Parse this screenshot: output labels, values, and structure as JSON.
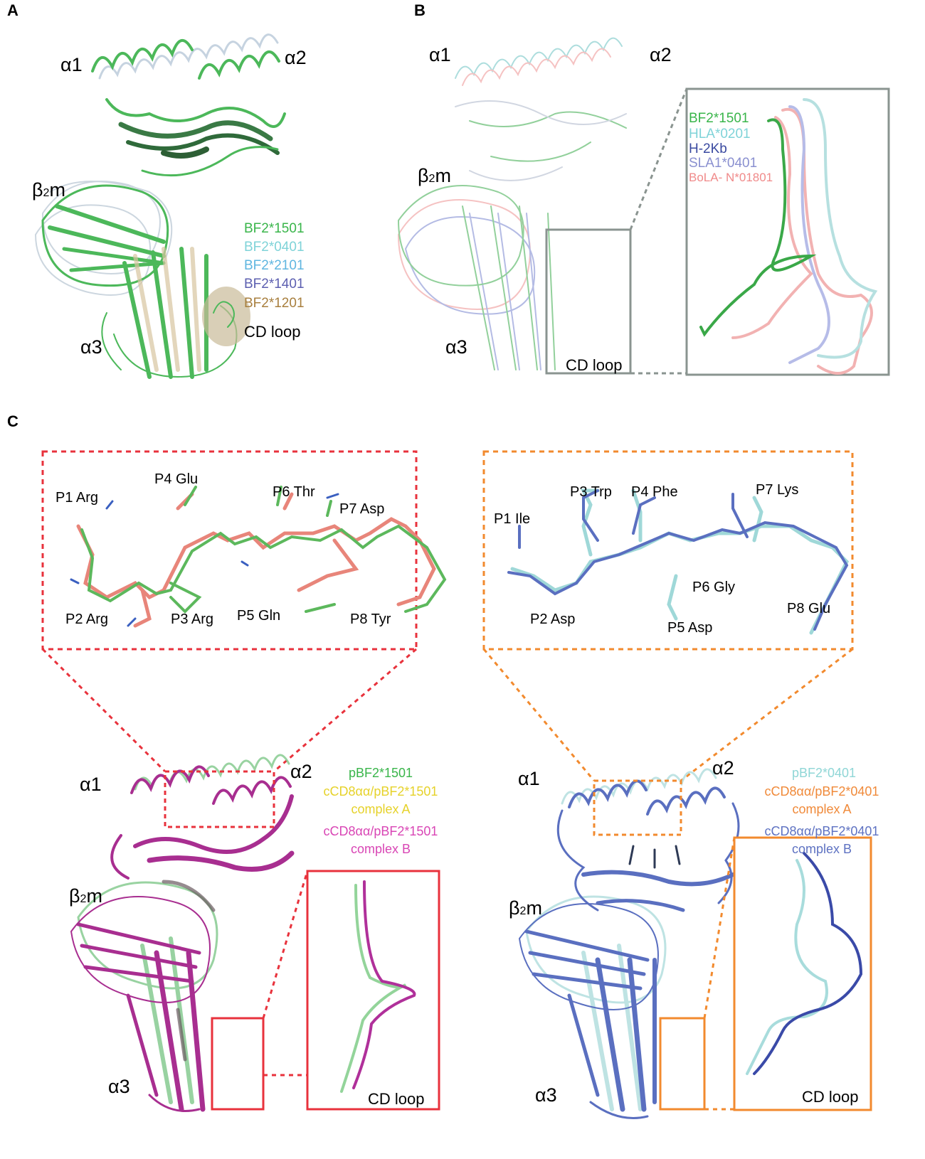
{
  "panels": {
    "A": {
      "letter": "A",
      "domains": [
        "α1",
        "α2",
        "β2m",
        "α3"
      ],
      "legend": [
        {
          "text": "BF2*1501",
          "color": "#39b54a"
        },
        {
          "text": "BF2*0401",
          "color": "#7fd3d8"
        },
        {
          "text": "BF2*2101",
          "color": "#5fb6e0"
        },
        {
          "text": "BF2*1401",
          "color": "#5c5fb0"
        },
        {
          "text": "BF2*1201",
          "color": "#a87f3e"
        }
      ],
      "cd_loop": "CD loop"
    },
    "B": {
      "letter": "B",
      "domains": [
        "α1",
        "α2",
        "β2m",
        "α3"
      ],
      "legend": [
        {
          "text": "BF2*1501",
          "color": "#39b54a"
        },
        {
          "text": "HLA*0201",
          "color": "#7fd3d8"
        },
        {
          "text": "H-2Kb",
          "color": "#3a4aa0"
        },
        {
          "text": "SLA1*0401",
          "color": "#8a90d0"
        },
        {
          "text": "BoLA- N*01801",
          "color": "#f08a8a"
        }
      ],
      "cd_loop": "CD loop"
    },
    "C": {
      "letter": "C",
      "left_peptide": [
        "P1 Arg",
        "P2 Arg",
        "P3 Arg",
        "P4 Glu",
        "P5 Gln",
        "P6 Thr",
        "P7 Asp",
        "P8 Tyr"
      ],
      "right_peptide": [
        "P1 Ile",
        "P2 Asp",
        "P3 Trp",
        "P4 Phe",
        "P5 Asp",
        "P6 Gly",
        "P7 Lys",
        "P8 Glu"
      ],
      "left_domains": [
        "α1",
        "α2",
        "β2m",
        "α3"
      ],
      "right_domains": [
        "α1",
        "α2",
        "β2m",
        "α3"
      ],
      "left_legend": [
        {
          "text": "pBF2*1501",
          "color": "#39b54a"
        },
        {
          "text": "cCD8αα/pBF2*1501\ncomplex A",
          "color": "#e6d22a"
        },
        {
          "text": "cCD8αα/pBF2*1501\ncomplex B",
          "color": "#d946b5"
        }
      ],
      "right_legend": [
        {
          "text": "pBF2*0401",
          "color": "#8fd6d6"
        },
        {
          "text": "cCD8αα/pBF2*0401\ncomplex A",
          "color": "#f08a3a"
        },
        {
          "text": "cCD8αα/pBF2*0401\ncomplex B",
          "color": "#5e72c2"
        }
      ],
      "cd_loop": "CD loop"
    }
  },
  "colors": {
    "red_frame": "#e8323c",
    "orange_frame": "#f28a2e",
    "grey_frame": "#8a9490",
    "green": "#4cb85a",
    "magenta": "#b0309a",
    "blue": "#5a6fc0",
    "salmon": "#e8857a",
    "cyan": "#9fd8d8"
  }
}
